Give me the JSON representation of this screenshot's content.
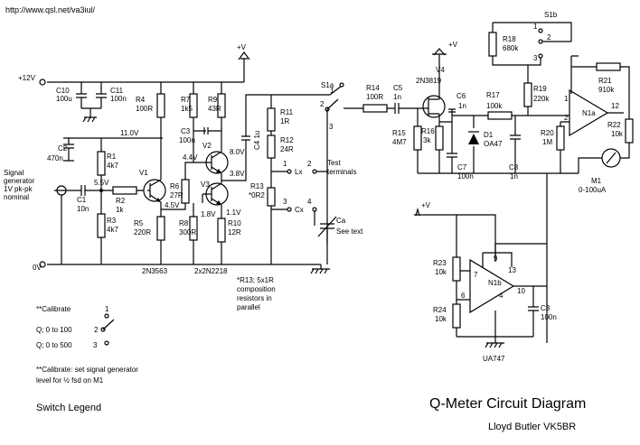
{
  "url": "http://www.qsl.net/va3iul/",
  "title": "Q-Meter Circuit Diagram",
  "author": "Lloyd Butler VK5BR",
  "rails": {
    "plus12": "+12V",
    "zero": "0V",
    "plusv": "+V"
  },
  "input": {
    "line1": "Signal",
    "line2": "generator",
    "line3": "1V pk-pk",
    "line4": "nominal"
  },
  "labels": {
    "c10": "C10",
    "c10v": "100u",
    "c11": "C11",
    "c11v": "100n",
    "c2": "C2",
    "c2v": "470n",
    "v11": "11.0V",
    "r1": "R1",
    "r1v": "4k7",
    "c1": "C1",
    "c1v": "10n",
    "v55": "5.5V",
    "r2": "R2",
    "r2v": "1k",
    "r3": "R3",
    "r3v": "4k7",
    "v1": "V1",
    "r4": "R4",
    "r4v": "100R",
    "r5": "R5",
    "r5v": "220R",
    "v45": "4.5V",
    "r6": "R6",
    "r6v": "27R",
    "v44": "4.4V",
    "r7": "R7",
    "r7v": "1k5",
    "r9": "R9",
    "r9v": "43R",
    "c3": "C3",
    "c3v": "100n",
    "v2": "V2",
    "v80": "8.0V",
    "v38": "3.8V",
    "v3": "V3",
    "v18": "1.8V",
    "v11b": "1.1V",
    "r8": "R8",
    "r8v": "300R",
    "r10": "R10",
    "r10v": "12R",
    "c4": "C4 1u",
    "q2n3563": "2N3563",
    "q2n2218": "2x2N2218",
    "r11": "R11",
    "r11v": "1R",
    "r12": "R12",
    "r12v": "24R",
    "r13": "R13",
    "r13v": "*0R2",
    "n1": "1",
    "n2": "2",
    "n3": "3",
    "n4": "4",
    "lx": "Lx",
    "cx": "Cx",
    "test1": "Test",
    "test2": "terminals",
    "ca": "Ca",
    "ca2": "See text",
    "note1": "*R13; 5x1R",
    "note2": "composition",
    "note3": "resistors in",
    "note4": "parallel",
    "s1a": "S1a",
    "r14": "R14",
    "r14v": "100R",
    "c5": "C5",
    "c5v": "1n",
    "v4": "V4",
    "v4t": "2N3819",
    "r15": "R15",
    "r15v": "4M7",
    "r16": "R16",
    "r16v": "3k",
    "c6": "C6",
    "c6v": "1n",
    "r17": "R17",
    "r17v": "100k",
    "d1": "D1",
    "d1v": "OA47",
    "c7": "C7",
    "c7v": "100n",
    "c8": "C8",
    "c8v": "1n",
    "r18": "R18",
    "r18v": "680k",
    "s1b": "S1b",
    "r19": "R19",
    "r19v": "220k",
    "r20": "R20",
    "r20v": "1M",
    "r21": "R21",
    "r21v": "910k",
    "n1a": "N1a",
    "r22": "R22",
    "r22v": "10k",
    "m1": "M1",
    "m1v": "0-100uA",
    "p1": "1",
    "p2": "2",
    "p3": "3",
    "p12": "12",
    "r23": "R23",
    "r23v": "10k",
    "r24": "R24",
    "r24v": "10k",
    "n1b": "N1b",
    "p9": "9",
    "p13": "13",
    "p7": "7",
    "p6": "6",
    "p4": "4",
    "p10": "10",
    "c3b": "C3",
    "c3bv": "100n",
    "ua747": "UA747"
  },
  "legend": {
    "calibrate": "**Calibrate",
    "q0": "Q; 0 to 100",
    "q500": "Q; 0 to 500",
    "n1": "1",
    "n2": "2",
    "n3": "3",
    "note1": "**Calibrate: set signal generator",
    "note2": "level for ½ fsd on M1",
    "title": "Switch Legend"
  }
}
